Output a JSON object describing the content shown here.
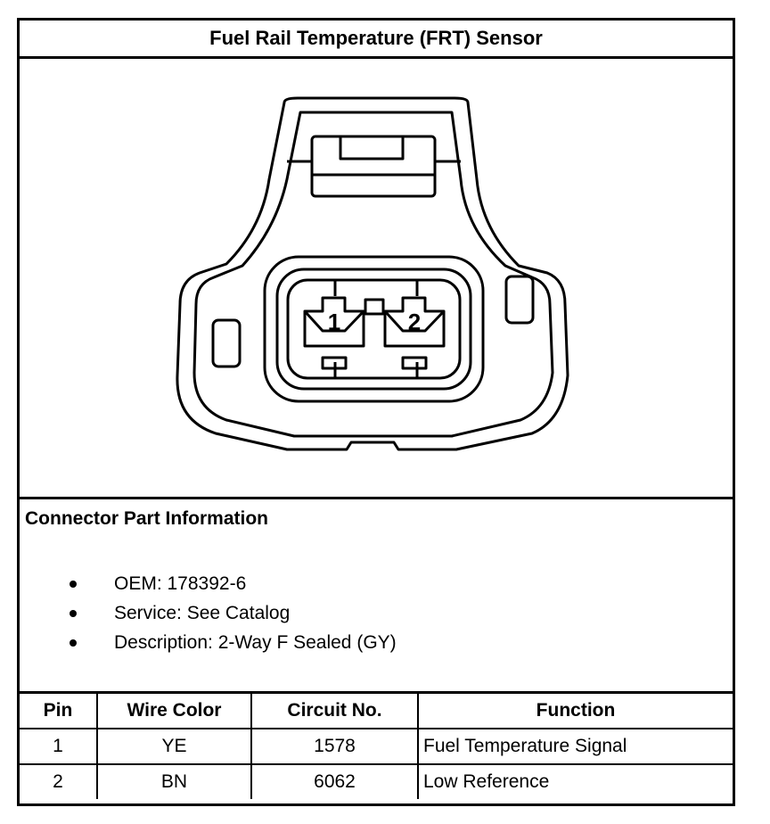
{
  "title": "Fuel Rail Temperature (FRT) Sensor",
  "connector": {
    "pin_labels": [
      "1",
      "2"
    ]
  },
  "info": {
    "heading": "Connector Part Information",
    "items": [
      "OEM: 178392-6",
      "Service: See Catalog",
      "Description: 2-Way F Sealed (GY)"
    ]
  },
  "table": {
    "headers": [
      "Pin",
      "Wire Color",
      "Circuit No.",
      "Function"
    ],
    "rows": [
      [
        "1",
        "YE",
        "1578",
        "Fuel Temperature Signal"
      ],
      [
        "2",
        "BN",
        "6062",
        "Low Reference"
      ]
    ]
  }
}
